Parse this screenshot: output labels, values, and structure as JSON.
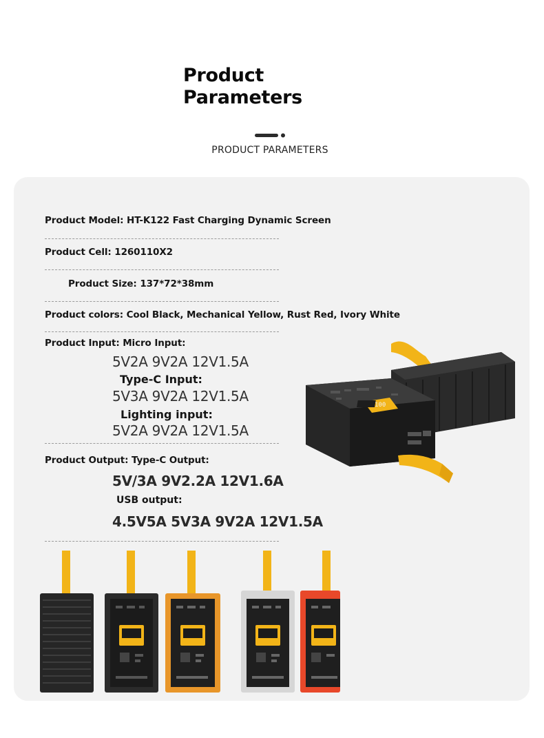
{
  "header": {
    "title_line1": "Product",
    "title_line2": "Parameters",
    "subtitle": "PRODUCT PARAMETERS"
  },
  "params": {
    "model": "Product Model: HT-K122 Fast Charging Dynamic Screen",
    "cell": "Product Cell: 1260110X2",
    "size": "Product Size: 137*72*38mm",
    "colors": "Product colors: Cool Black, Mechanical Yellow, Rust Red, Ivory White",
    "input": {
      "label": "Product Input: Micro Input:",
      "micro_values": "5V2A  9V2A  12V1.5A",
      "typec_label": "Type-C Input:",
      "typec_values": "5V3A 9V2A 12V1.5A",
      "lighting_label": "Lighting input:",
      "lighting_values": "5V2A  9V2A  12V1.5A"
    },
    "output": {
      "label": "Product Output: Type-C Output:",
      "typec_values": "5V/3A 9V2.2A 12V1.6A",
      "usb_label": "USB output:",
      "usb_values": "4.5V5A 5V3A 9V2A 12V1.5A"
    }
  },
  "display_readout": "100",
  "colors": {
    "accent_yellow": "#f2b418",
    "body_black": "#2b2b2b",
    "body_orange": "#e8962a",
    "body_silver": "#d6d6d6",
    "body_red": "#e8482a",
    "card_bg": "#f2f2f2"
  }
}
